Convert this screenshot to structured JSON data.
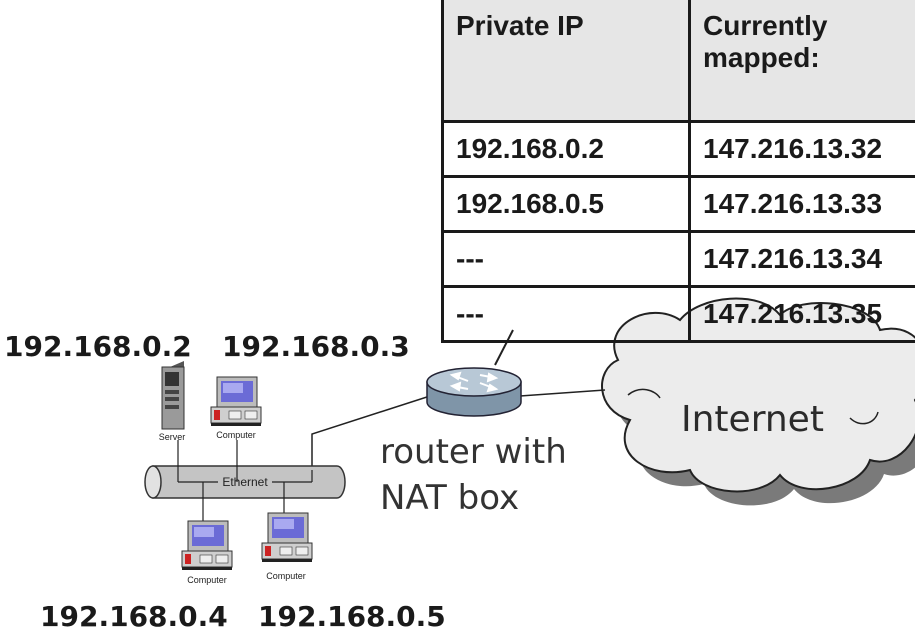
{
  "table": {
    "headers": [
      "Private IP",
      "Currently mapped:"
    ],
    "rows": [
      [
        "192.168.0.2",
        "147.216.13.32"
      ],
      [
        "192.168.0.5",
        "147.216.13.33"
      ],
      [
        "---",
        "147.216.13.34"
      ],
      [
        "---",
        "147.216.13.35"
      ]
    ]
  },
  "hosts": {
    "top_left_ip": "192.168.0.2",
    "top_right_ip": "192.168.0.3",
    "bottom_left_ip": "192.168.0.4",
    "bottom_right_ip": "192.168.0.5",
    "server_caption": "Server",
    "computer_caption": "Computer"
  },
  "network": {
    "ethernet_label": "Ethernet",
    "router_label_line1": "router with",
    "router_label_line2": "NAT box",
    "internet_label": "Internet"
  }
}
